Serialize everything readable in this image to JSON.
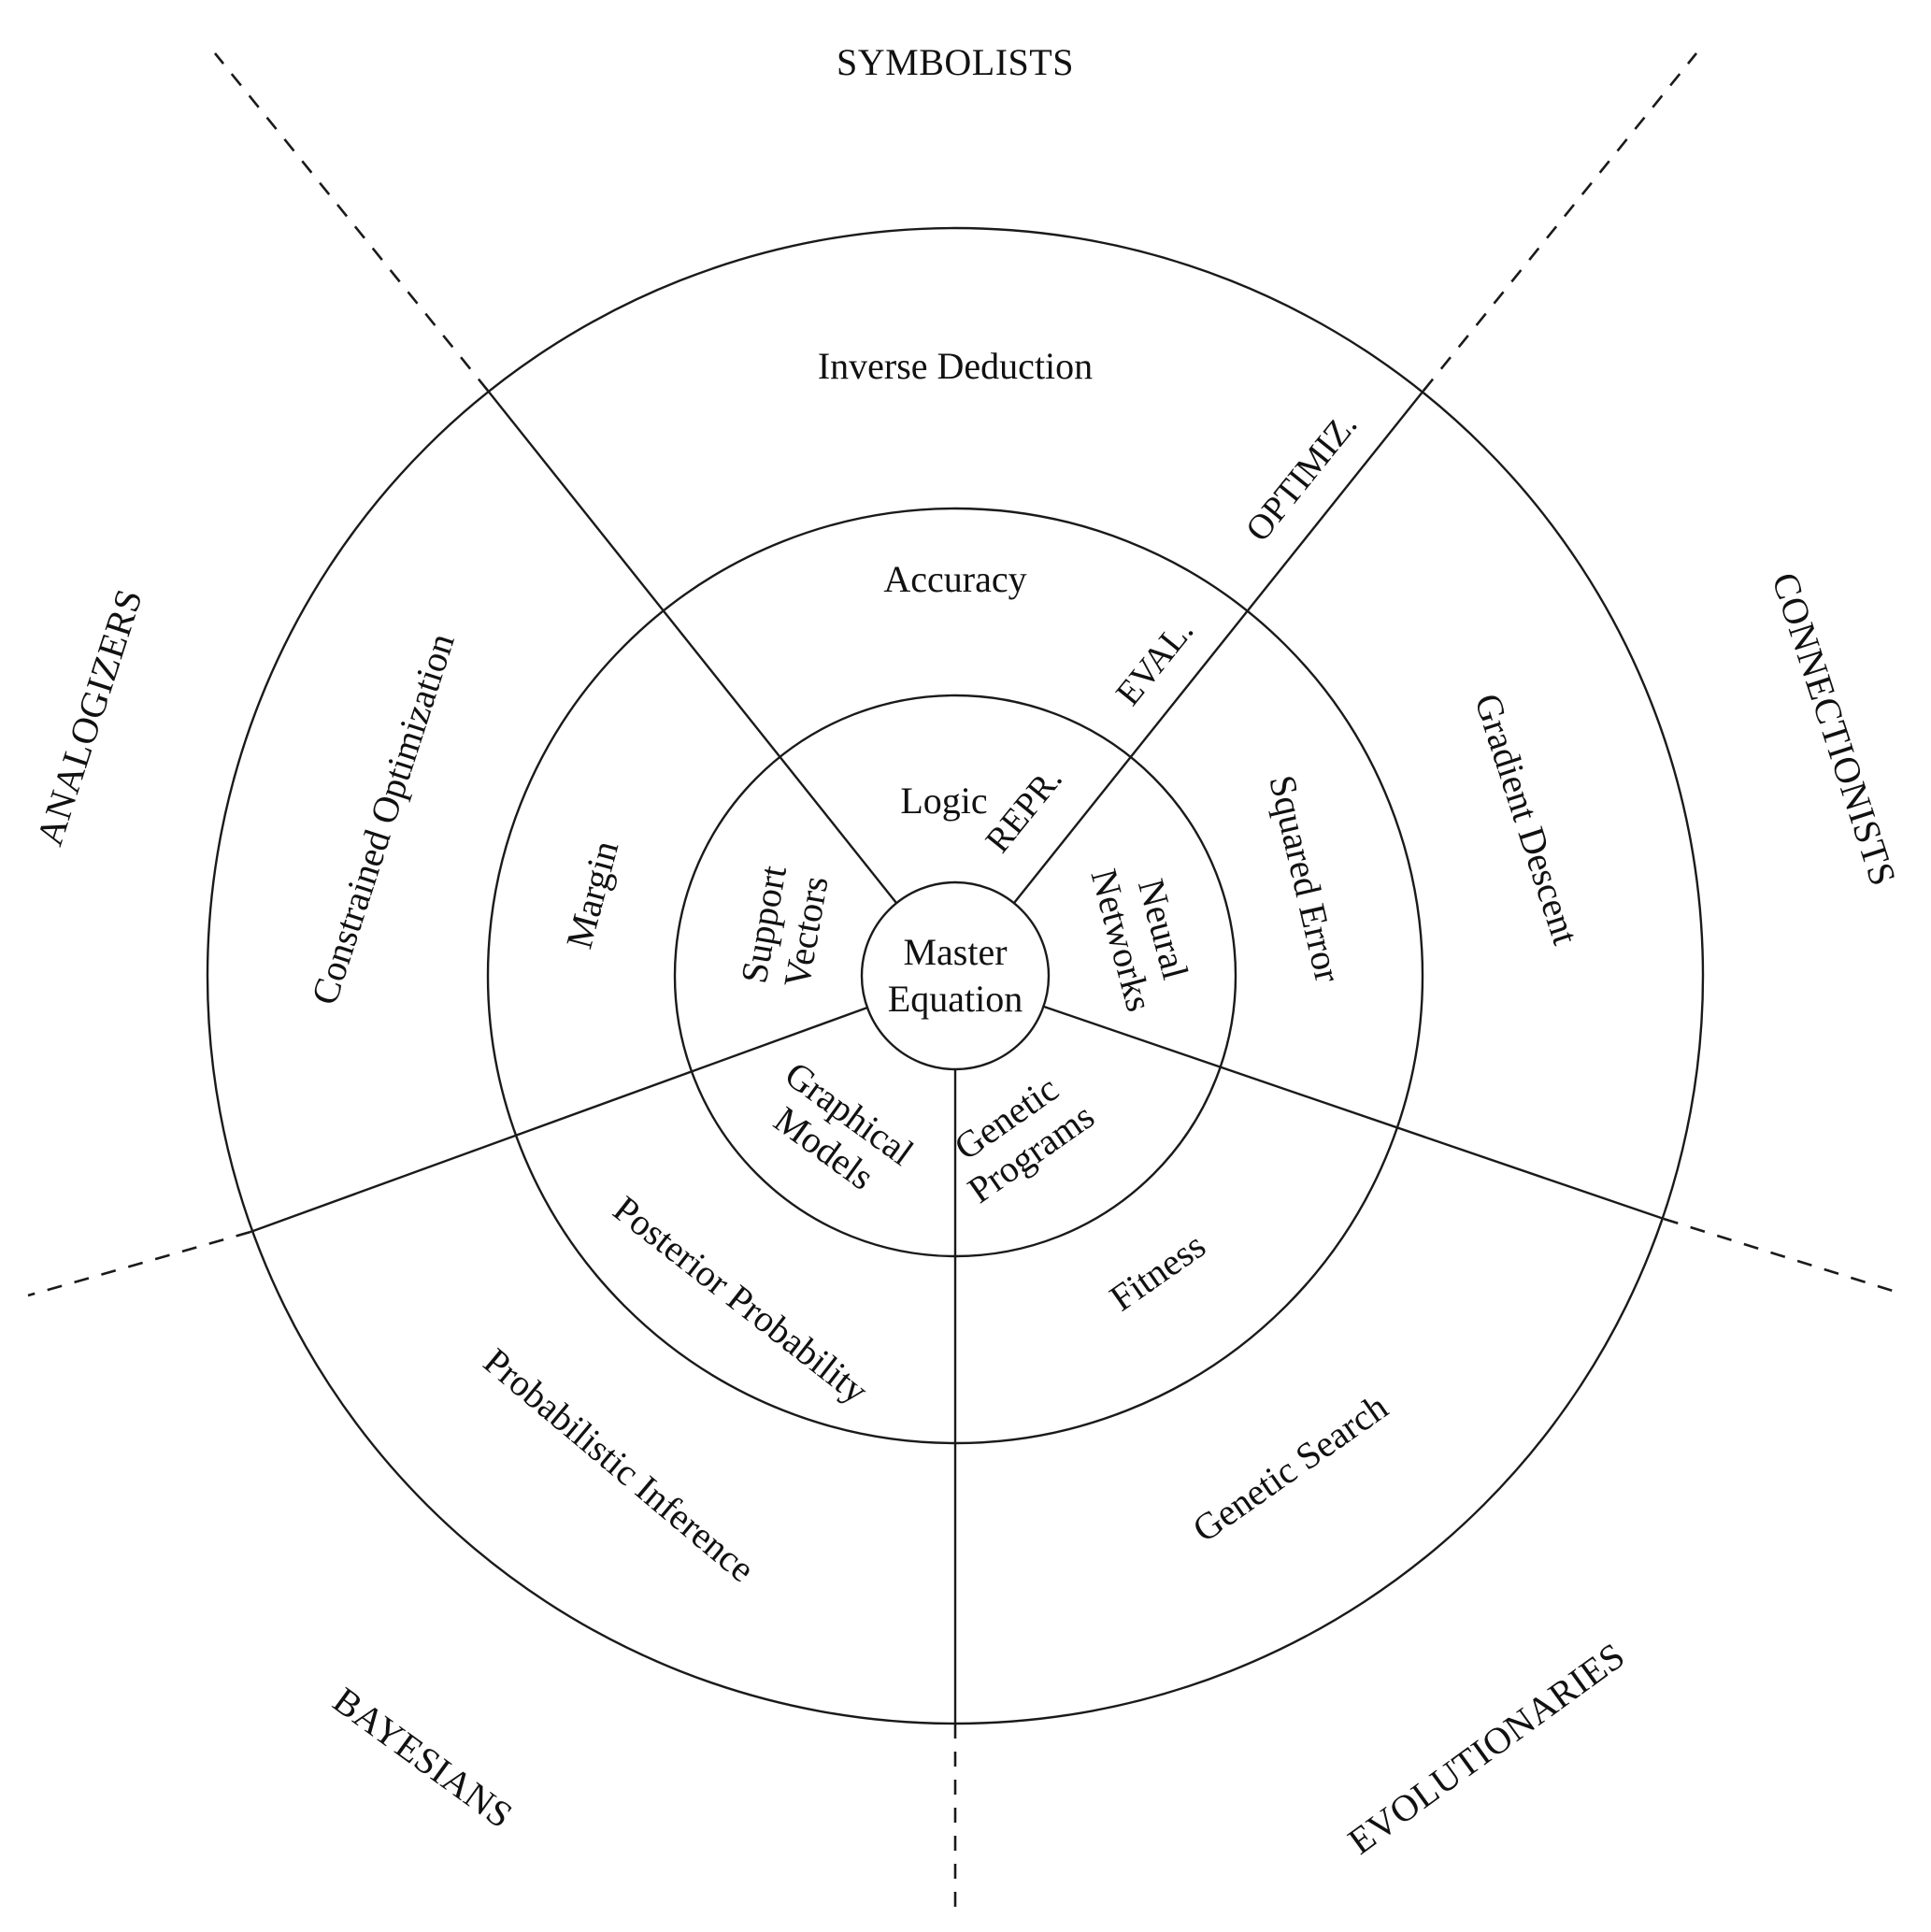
{
  "title": "Master Equation",
  "center": {
    "lines": [
      "Master",
      "Equation"
    ]
  },
  "schools": [
    {
      "id": "symbolists",
      "label": "SYMBOLISTS",
      "representation": "Logic",
      "evaluation": "Accuracy",
      "optimization": "Inverse Deduction"
    },
    {
      "id": "connectionists",
      "label": "CONNECTIONISTS",
      "representation": "Neural Networks",
      "representation_lines": [
        "Neural",
        "Networks"
      ],
      "evaluation": "Squared Error",
      "optimization": "Gradient Descent"
    },
    {
      "id": "evolutionaries",
      "label": "EVOLUTIONARIES",
      "representation": "Genetic Programs",
      "representation_lines": [
        "Genetic",
        "Programs"
      ],
      "evaluation": "Fitness",
      "optimization": "Genetic Search"
    },
    {
      "id": "bayesians",
      "label": "BAYESIANS",
      "representation": "Graphical Models",
      "representation_lines": [
        "Graphical",
        "Models"
      ],
      "evaluation": "Posterior Probability",
      "optimization": "Probabilistic Inference"
    },
    {
      "id": "analogizers",
      "label": "ANALOGIZERS",
      "representation": "Support Vectors",
      "representation_lines": [
        "Support",
        "Vectors"
      ],
      "evaluation": "Margin",
      "optimization": "Constrained Optimization"
    }
  ],
  "rings": [
    {
      "id": "representation",
      "label": "REPR."
    },
    {
      "id": "evaluation",
      "label": "EVAL."
    },
    {
      "id": "optimization",
      "label": "OPTIMIZ."
    }
  ],
  "colors": {
    "line": "#1a1a1a",
    "text": "#111111",
    "background": "#ffffff"
  }
}
